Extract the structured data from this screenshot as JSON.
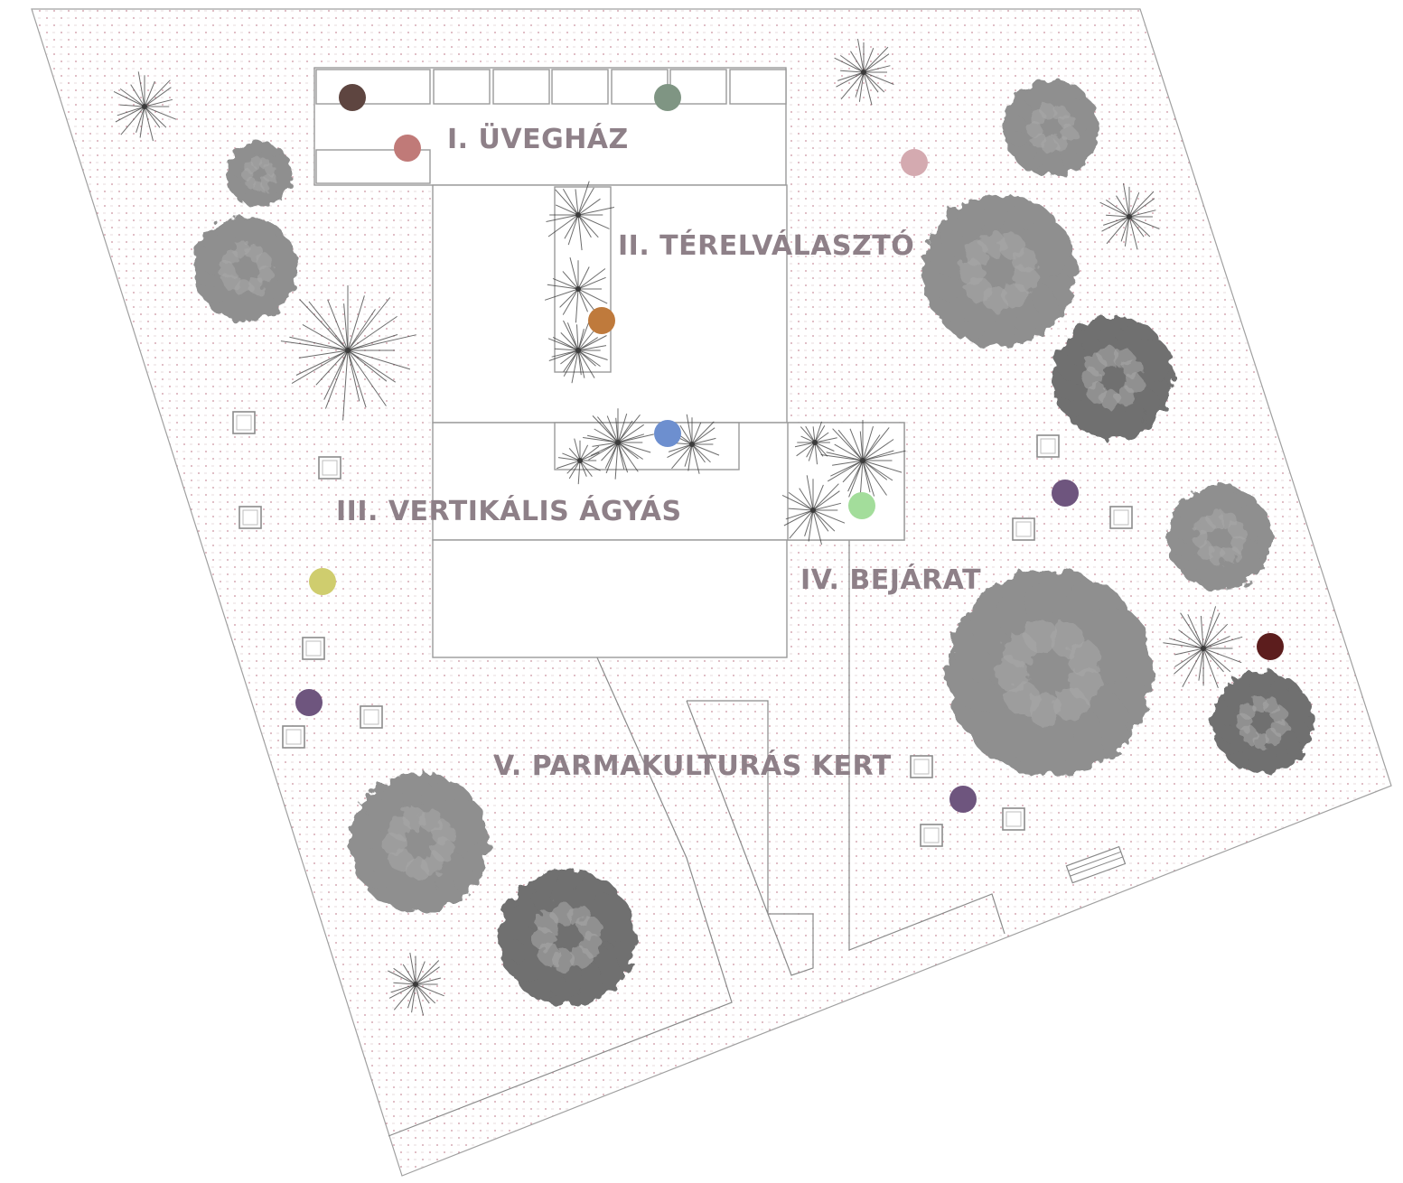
{
  "zones": [
    {
      "id": "greenhouse",
      "label": "I. ÜVEGHÁZ"
    },
    {
      "id": "divider",
      "label": "II. TÉRELVÁLASZTÓ"
    },
    {
      "id": "vertical-bed",
      "label": "III. VERTIKÁLIS ÁGYÁS"
    },
    {
      "id": "entrance",
      "label": "IV. BEJÁRAT"
    },
    {
      "id": "permaculture",
      "label": "V. PARMAKULTURÁS KERT"
    }
  ],
  "markers": [
    {
      "name": "marker-dark-brown",
      "color": "#5e4540"
    },
    {
      "name": "marker-grey-green",
      "color": "#7f9583"
    },
    {
      "name": "marker-dusty-rose",
      "color": "#c07a78"
    },
    {
      "name": "marker-light-pink",
      "color": "#d4aab0"
    },
    {
      "name": "marker-orange",
      "color": "#bf7a3c"
    },
    {
      "name": "marker-blue",
      "color": "#6d8fcf"
    },
    {
      "name": "marker-light-green",
      "color": "#a3dd9b"
    },
    {
      "name": "marker-yellow",
      "color": "#cfcd6e"
    },
    {
      "name": "marker-purple",
      "color": "#6e557e"
    },
    {
      "name": "marker-dark-red",
      "color": "#5c1d1d"
    }
  ],
  "textures": {
    "ground_dot": "#c98f9c",
    "tree_fill": "#8f8f8f",
    "tree_dark": "#6f6f6f",
    "shrub_line": "#3b3b3b"
  }
}
